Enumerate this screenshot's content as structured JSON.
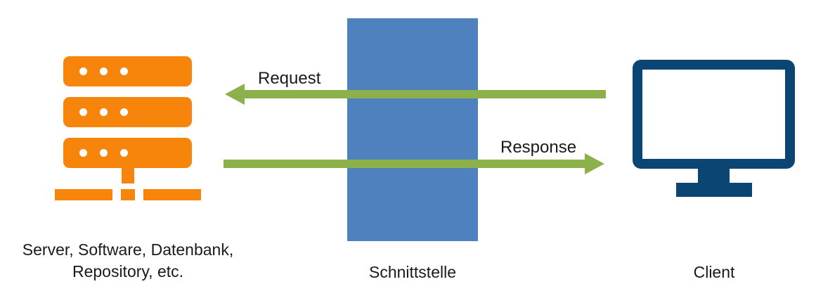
{
  "diagram": {
    "title_present": false,
    "colors": {
      "orange": "#F7840B",
      "interface_blue": "#4E81BD",
      "monitor_blue": "#0A4573",
      "arrow_green": "#8CB04A",
      "text": "#1a1a1a",
      "background": "#FFFFFF"
    },
    "nodes": [
      {
        "id": "server",
        "icon": "server-stack-icon",
        "caption_line1": "Server, Software, Datenbank,",
        "caption_line2": "Repository, etc."
      },
      {
        "id": "interface",
        "icon": "interface-band",
        "caption": "Schnittstelle"
      },
      {
        "id": "client",
        "icon": "monitor-icon",
        "caption": "Client"
      }
    ],
    "arrows": [
      {
        "id": "request",
        "label": "Request",
        "direction": "client-to-server",
        "points": "left",
        "color": "#8CB04A"
      },
      {
        "id": "response",
        "label": "Response",
        "direction": "server-to-client",
        "points": "right",
        "color": "#8CB04A"
      }
    ]
  }
}
